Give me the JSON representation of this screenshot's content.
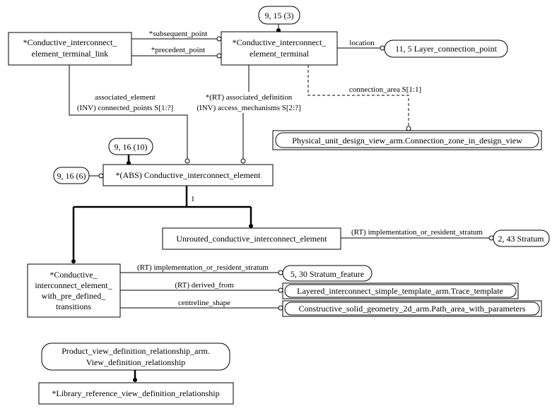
{
  "entities": {
    "terminal_link": [
      "*Conductive_interconnect_",
      "element_terminal_link"
    ],
    "terminal": [
      "*Conductive_interconnect_",
      "element_terminal"
    ],
    "abs_element": "*(ABS) Conductive_interconnect_element",
    "unrouted": "Unrouted_conductive_interconnect_element",
    "predefined": [
      "*Conductive_",
      "interconnect_element_",
      "with_pre_defined_",
      "transitions"
    ],
    "library_ref": "*Library_reference_view_definition_relationship"
  },
  "references": {
    "page_9_15": "9, 15 (3)",
    "layer_connection_point": "11, 5 Layer_connection_point",
    "connection_zone": "Physical_unit_design_view_arm.Connection_zone_in_design_view",
    "page_9_16_10": "9, 16 (10)",
    "page_9_16_6": "9, 16 (6)",
    "stratum": "2, 43 Stratum",
    "stratum_feature": "5, 30 Stratum_feature",
    "trace_template": "Layered_interconnect_simple_template_arm.Trace_template",
    "path_area": "Constructive_solid_geometry_2d_arm.Path_area_with_parameters",
    "view_def_rel": [
      "Product_view_definition_relationship_arm.",
      "View_definition_relationship"
    ]
  },
  "relations": {
    "subsequent_point": "*subsequent_point",
    "precedent_point": "*precedent_point",
    "location": "location",
    "connection_area": "connection_area S[1:1]",
    "associated_element": [
      "associated_element",
      "(INV) connected_points S[1:?]"
    ],
    "associated_definition": [
      "*(RT) associated_definition",
      "(INV) access_mechanisms S[2:?]"
    ],
    "one": "1",
    "impl_stratum_unrouted": "(RT) implementation_or_resident_stratum",
    "impl_stratum_predef": "(RT) implementation_or_resident_stratum",
    "derived_from": "(RT) derived_from",
    "centreline_shape": "centreline_shape"
  }
}
